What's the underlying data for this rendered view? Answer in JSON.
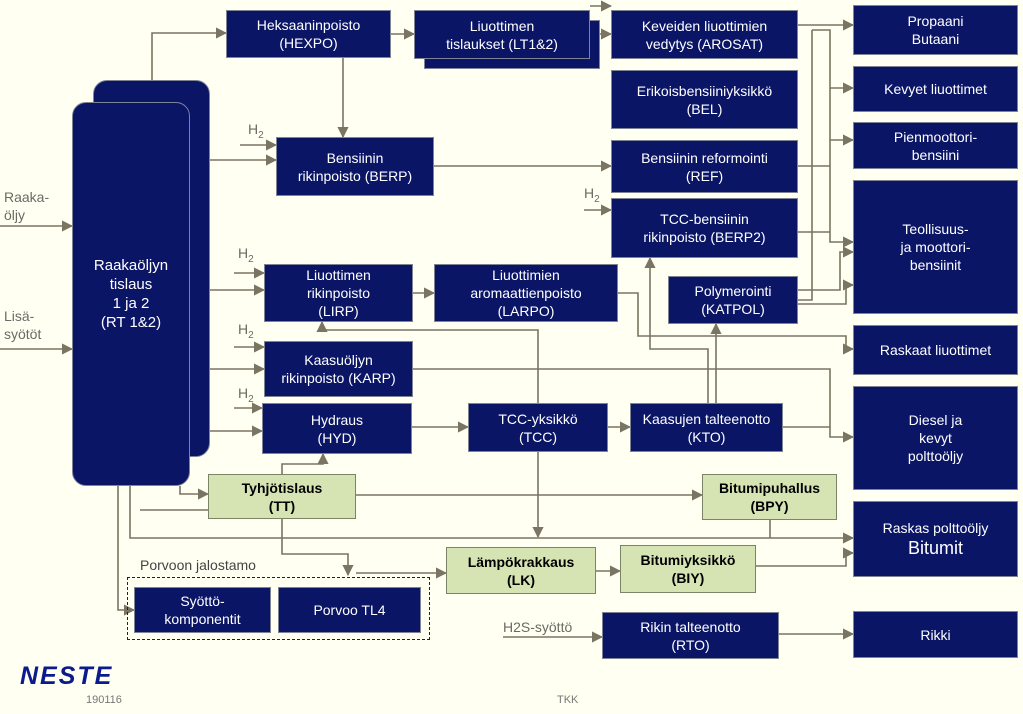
{
  "colors": {
    "navy": "#0b1566",
    "green": "#d6e4b4",
    "line": "#7a7462",
    "background": "#fffff2"
  },
  "inputs": {
    "raakaoljy": [
      "Raaka-",
      "öljy"
    ],
    "lisasyotot": [
      "Lisä-",
      "syötöt"
    ],
    "h2": "H",
    "h2_sub": "2",
    "h2s": "H2S-syöttö"
  },
  "tower": [
    "Raakaöljyn",
    "tislaus",
    "1 ja 2",
    "(RT 1&2)"
  ],
  "units": {
    "hexpo": [
      "Heksaaninpoisto",
      "(HEXPO)"
    ],
    "lt": [
      "Liuottimen",
      "tislaukset (LT1&2)"
    ],
    "arosat": [
      "Keveiden liuottimien",
      "vedytys (AROSAT)"
    ],
    "bel": [
      "Erikoisbensiiniyksikkö",
      "(BEL)"
    ],
    "berp": [
      "Bensiinin",
      "rikinpoisto (BERP)"
    ],
    "ref": [
      "Bensiinin reformointi",
      "(REF)"
    ],
    "berp2": [
      "TCC-bensiinin",
      "rikinpoisto (BERP2)"
    ],
    "lirp": [
      "Liuottimen",
      "rikinpoisto",
      "(LIRP)"
    ],
    "larpo": [
      "Liuottimien",
      "aromaattienpoisto",
      "(LARPO)"
    ],
    "katpol": [
      "Polymerointi",
      "(KATPOL)"
    ],
    "karp": [
      "Kaasuöljyn",
      "rikinpoisto (KARP)"
    ],
    "hyd": [
      "Hydraus",
      "(HYD)"
    ],
    "tcc": [
      "TCC-yksikkö",
      "(TCC)"
    ],
    "kto": [
      "Kaasujen talteenotto",
      "(KTO)"
    ],
    "tt": [
      "Tyhjötislaus",
      "(TT)"
    ],
    "bpy": [
      "Bitumipuhallus",
      "(BPY)"
    ],
    "lk": [
      "Lämpökrakkaus",
      "(LK)"
    ],
    "biy": [
      "Bitumiyksikkö",
      "(BIY)"
    ],
    "syotto": [
      "Syöttö-",
      "komponentit"
    ],
    "tl4": [
      "Porvoo TL4"
    ],
    "rto": [
      "Rikin talteenotto",
      "(RTO)"
    ]
  },
  "products": {
    "propaani": [
      "Propaani",
      "Butaani"
    ],
    "kevyet": [
      "Kevyet liuottimet"
    ],
    "pienmoottori": [
      "Pienmoottori-",
      "bensiini"
    ],
    "teollisuus": [
      "Teollisuus-",
      "ja moottori-",
      "bensiinit"
    ],
    "raskaat": [
      "Raskaat liuottimet"
    ],
    "diesel": [
      "Diesel ja",
      "kevyt",
      "polttoöljy"
    ],
    "raskas": [
      "Raskas polttoöljy",
      "Bitumit"
    ],
    "rikki": [
      "Rikki"
    ]
  },
  "footer": {
    "group_label": "Porvoon jalostamo",
    "logo": "NESTE",
    "code": "190116",
    "tkk": "TKK"
  }
}
